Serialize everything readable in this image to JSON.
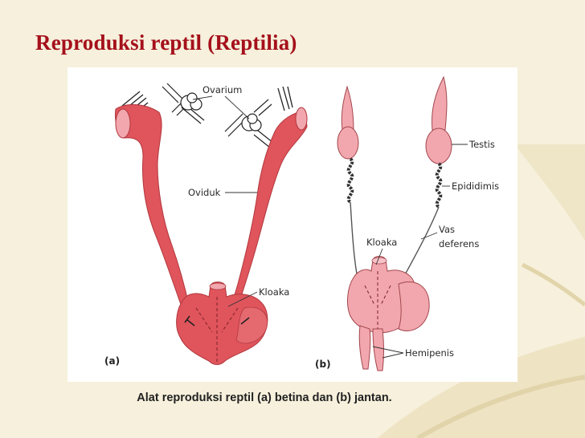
{
  "slide": {
    "title": "Reproduksi reptil (Reptilia)",
    "caption": "Alat reproduksi reptil (a) betina dan (b) jantan."
  },
  "figure": {
    "panel_a": {
      "tag": "(a)",
      "labels": {
        "ovary": "Ovarium",
        "oviduct": "Oviduk",
        "cloaca": "Kloaka"
      }
    },
    "panel_b": {
      "tag": "(b)",
      "labels": {
        "testis": "Testis",
        "epididymis": "Epididimis",
        "vas_line1": "Vas",
        "vas_line2": "deferens",
        "cloaca": "Kloaka",
        "hemipenis": "Hemipenis"
      }
    }
  },
  "colors": {
    "title": "#a5101b",
    "background": "#f6f0dc",
    "organ_red": "#e0545c",
    "organ_pink": "#f2a7ae"
  }
}
